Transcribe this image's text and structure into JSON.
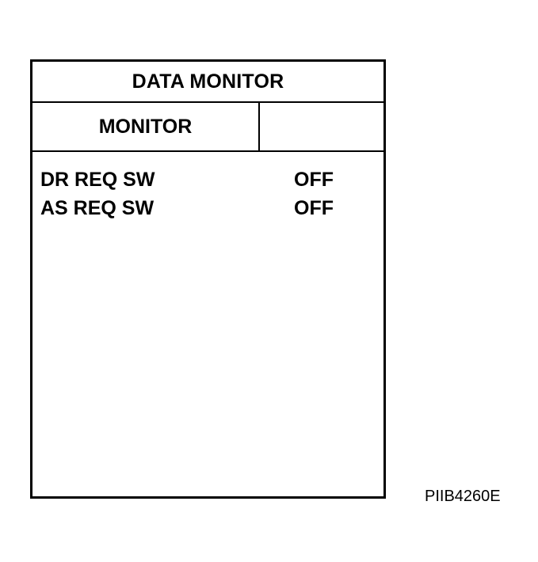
{
  "screen": {
    "title": "DATA MONITOR",
    "subheader": {
      "left_label": "MONITOR",
      "right_label": ""
    },
    "items": [
      {
        "name": "DR REQ SW",
        "value": "OFF"
      },
      {
        "name": "AS REQ SW",
        "value": "OFF"
      }
    ]
  },
  "figure_code": "PIIB4260E"
}
